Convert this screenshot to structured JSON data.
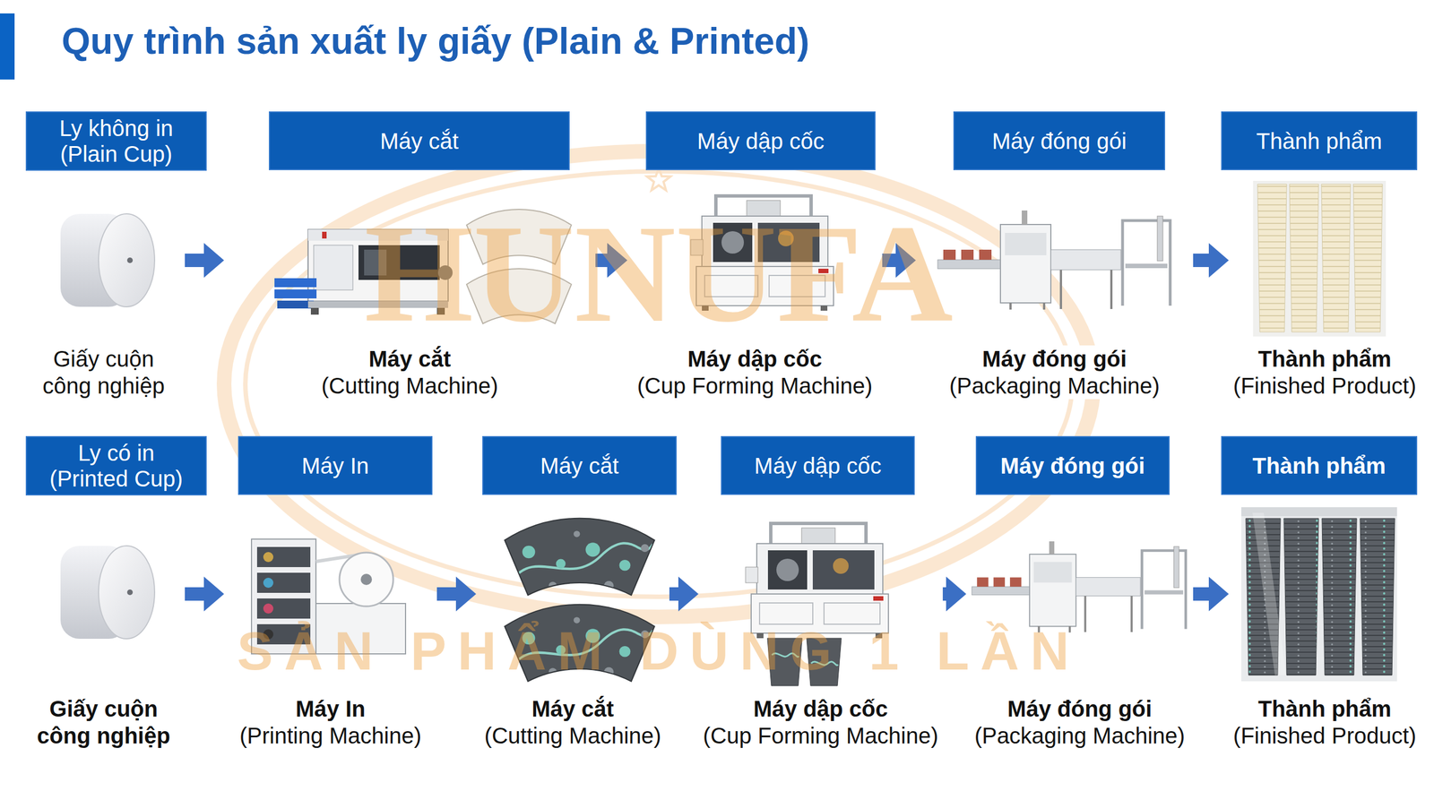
{
  "diagram": {
    "title": "Quy trình sản xuất ly giấy (Plain & Printed)",
    "nodes": [
      {
        "text": [
          "Ly không in (Plain Cup)"
        ]
      },
      {
        "text": [
          "Máy cắt"
        ]
      },
      {
        "text": [
          "Máy dập cốc"
        ]
      },
      {
        "text": [
          "Máy đóng gói"
        ]
      },
      {
        "text": [
          "Thành phẩm"
        ]
      },
      {
        "text": [
          "Giấy cuộn công nghiệp"
        ]
      },
      {
        "text": [
          "Máy cắt",
          "(Cutting Machine)"
        ]
      },
      {
        "text": [
          "Máy dập cốc",
          "(Cup Forming Machine)"
        ]
      },
      {
        "text": [
          "Máy đóng gói",
          "(Packaging Machine)"
        ]
      },
      {
        "text": [
          "Thành phẩm",
          "(Finished Product)"
        ]
      },
      {
        "text": [
          "Ly có in (Printed Cup)"
        ]
      },
      {
        "text": [
          "Máy In"
        ]
      },
      {
        "text": [
          "Máy cắt"
        ]
      },
      {
        "text": [
          "Máy dập cốc"
        ]
      },
      {
        "text": [
          "Máy đóng gói"
        ]
      },
      {
        "text": [
          "Thành phẩm"
        ]
      },
      {
        "text": [
          "Giấy cuộn công nghiệp"
        ]
      },
      {
        "text": [
          "Máy In",
          "(Printing Machine)"
        ]
      },
      {
        "text": [
          "Máy cắt",
          "(Cutting Machine)"
        ]
      },
      {
        "text": [
          "Máy dập cốc",
          "(Cup Forming Machine)"
        ]
      },
      {
        "text": [
          "Máy đóng gói",
          "(Packaging Machine)"
        ]
      },
      {
        "text": [
          "Thành phẩm",
          "(Finished Product)"
        ]
      }
    ],
    "edges": [
      {
        "from": 5,
        "to": 6,
        "arrow": "to"
      },
      {
        "from": 6,
        "to": 7,
        "arrow": "to"
      },
      {
        "from": 7,
        "to": 8,
        "arrow": "to"
      },
      {
        "from": 8,
        "to": 9,
        "arrow": "to"
      },
      {
        "from": 16,
        "to": 17,
        "arrow": "to"
      },
      {
        "from": 17,
        "to": 18,
        "arrow": "to"
      },
      {
        "from": 18,
        "to": 19,
        "arrow": "to"
      },
      {
        "from": 19,
        "to": 20,
        "arrow": "to"
      },
      {
        "from": 20,
        "to": 21,
        "arrow": "to"
      }
    ],
    "labels": [
      "HUNUFA",
      "SẢN PHẨM DÙNG 1 LẦN"
    ]
  }
}
